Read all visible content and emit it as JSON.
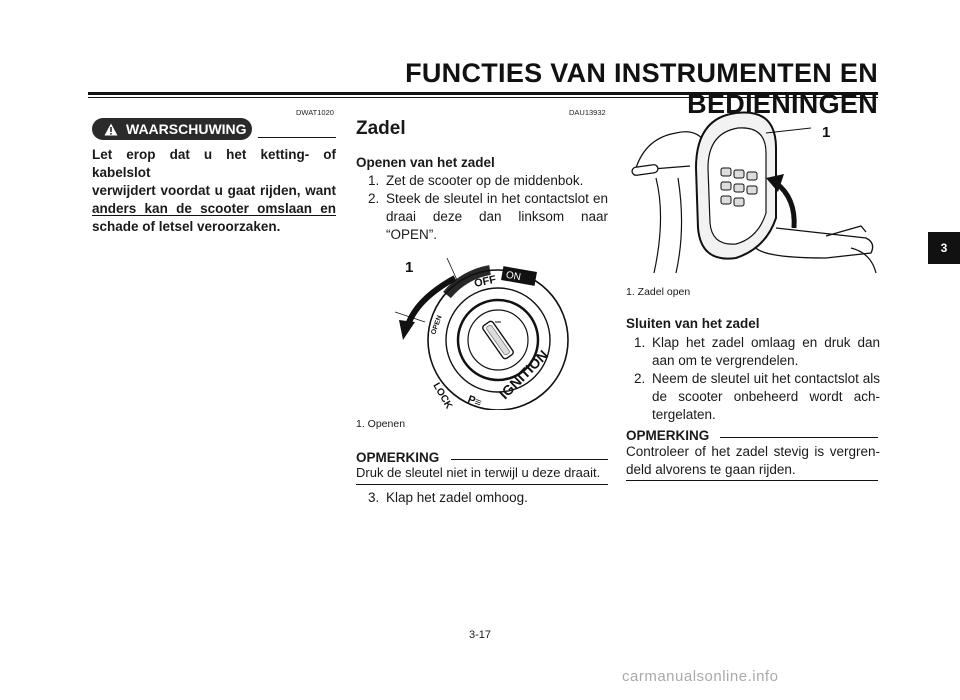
{
  "header": {
    "title": "FUNCTIES VAN INSTRUMENTEN EN BEDIENINGEN"
  },
  "warning": {
    "code": "DWAT1020",
    "badge": "WAARSCHUWING",
    "lines": [
      "Let erop dat u het ketting- of kabelslot",
      "verwijdert voordat u gaat rijden, want",
      "anders kan de scooter omslaan en",
      "schade of letsel veroorzaken."
    ]
  },
  "section": {
    "code": "DAU13932",
    "title": "Zadel",
    "open_heading": "Openen van het zadel",
    "open_steps": [
      {
        "num": "1.",
        "text": "Zet de scooter op de middenbok."
      },
      {
        "num": "2.",
        "text": "Steek de sleutel in het contactslot en draai deze dan linksom naar “OPEN”."
      }
    ],
    "figure1": {
      "callout": "1",
      "labels": {
        "off": "OFF",
        "on": "ON",
        "lock": "LOCK",
        "push": "P≡",
        "ignition": "IGNITION",
        "open": "OPEN"
      },
      "caption": "1. Openen"
    },
    "note1": {
      "heading": "OPMERKING",
      "text": "Druk de sleutel niet in terwijl u deze draait."
    },
    "open_step3": {
      "num": "3.",
      "text": "Klap het zadel omhoog."
    },
    "figure2": {
      "callout": "1",
      "caption": "1. Zadel open"
    },
    "close_heading": "Sluiten van het zadel",
    "close_steps": [
      {
        "num": "1.",
        "text": "Klap het zadel omlaag en druk dan aan om te vergrendelen."
      },
      {
        "num": "2.",
        "text": "Neem de sleutel uit het contactslot als de scooter onbeheerd wordt ach-tergelaten."
      }
    ],
    "note2": {
      "heading": "OPMERKING",
      "text": "Controleer of het zadel stevig is vergren-deld alvorens te gaan rijden."
    }
  },
  "chapter_tab": "3",
  "page_number": "3-17",
  "watermark": "carmanualsonline.info"
}
